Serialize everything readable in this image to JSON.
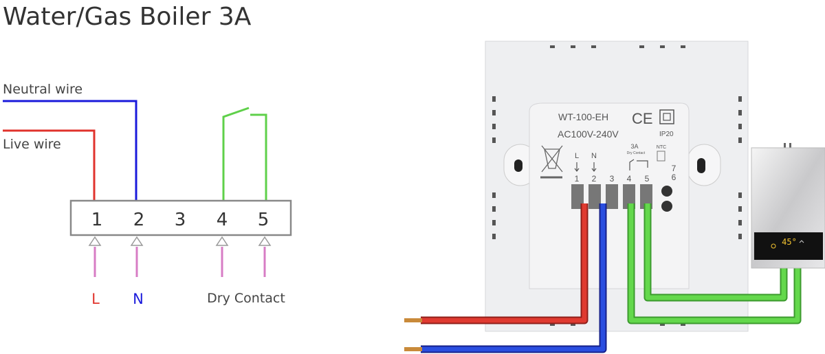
{
  "title": "Water/Gas Boiler 3A",
  "schematic": {
    "neutral_label": "Neutral wire",
    "live_label": "Live wire",
    "terminals": [
      "1",
      "2",
      "3",
      "4",
      "5"
    ],
    "bottom_labels": {
      "l": "L",
      "n": "N",
      "dry": "Dry Contact"
    }
  },
  "device": {
    "model": "WT-100-EH",
    "voltage": "AC100V-240V",
    "ce": "CE",
    "ip": "IP20",
    "rating": "3A",
    "dry_contact": "Dry Contact",
    "ntc": "NTC",
    "l": "L",
    "n": "N",
    "terminals": [
      "1",
      "2",
      "3",
      "4",
      "5"
    ],
    "ntc_pins": [
      "7",
      "6"
    ],
    "boiler_temp": "45°"
  },
  "colors": {
    "live": "#e0332c",
    "neutral": "#1a1adb",
    "dry": "#5fd04a",
    "arrow": "#d77cc4"
  }
}
